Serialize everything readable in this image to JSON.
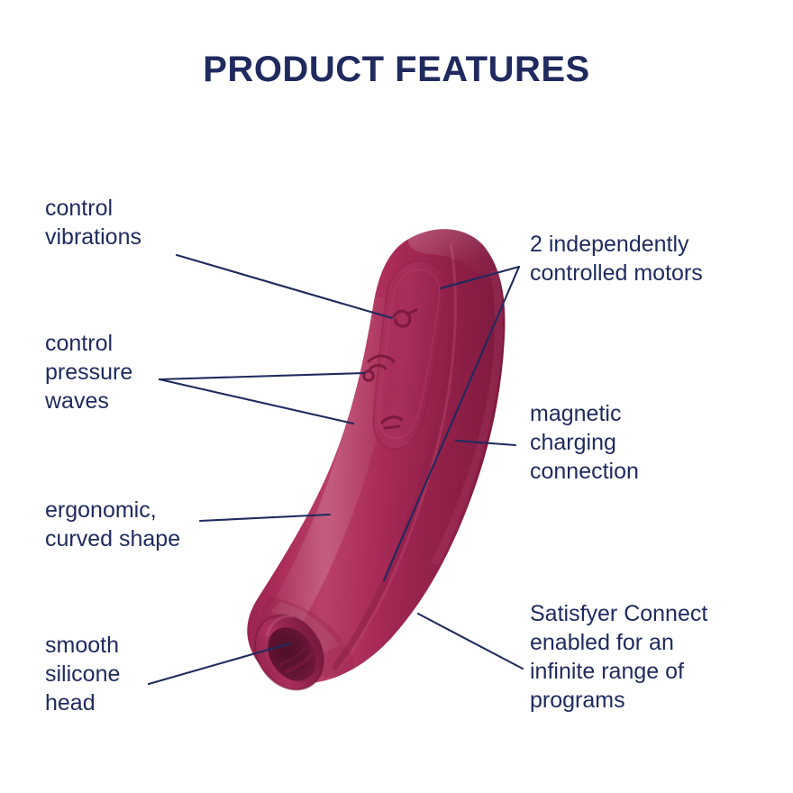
{
  "page": {
    "title": "PRODUCT FEATURES",
    "background_color": "#ffffff",
    "text_color": "#1f2a5e"
  },
  "colors": {
    "navy": "#1f2a5e",
    "leader_line": "#1f2a5e",
    "product_body_light": "#b33463",
    "product_body_mid": "#a02450",
    "product_body_dark": "#7d1940",
    "product_highlight": "#c04a74",
    "nozzle_inner": "#5d1230",
    "panel_tint": "#ad2d5c"
  },
  "callouts": {
    "left": [
      {
        "id": "control-vibrations",
        "text": "control\nvibrations"
      },
      {
        "id": "control-pressure-waves",
        "text": "control\npressure\nwaves"
      },
      {
        "id": "ergonomic-curved-shape",
        "text": "ergonomic,\ncurved shape"
      },
      {
        "id": "smooth-silicone-head",
        "text": "smooth\nsilicone\nhead"
      }
    ],
    "right": [
      {
        "id": "independent-motors",
        "text": "2 independently\ncontrolled motors"
      },
      {
        "id": "magnetic-charging",
        "text": "magnetic\ncharging\nconnection"
      },
      {
        "id": "satisfyer-connect",
        "text": "Satisfyer Connect\nenabled for an\ninfinite range of\nprograms"
      }
    ]
  },
  "product": {
    "name": "satisfyer-curvy-1-plus",
    "orientation": "tilted-diagonal",
    "controls": [
      {
        "id": "button-increase",
        "icon": "plus-arc-icon"
      },
      {
        "id": "button-pressure-wave",
        "icon": "wave-signal-icon"
      },
      {
        "id": "button-decrease",
        "icon": "minus-arc-icon"
      }
    ]
  }
}
